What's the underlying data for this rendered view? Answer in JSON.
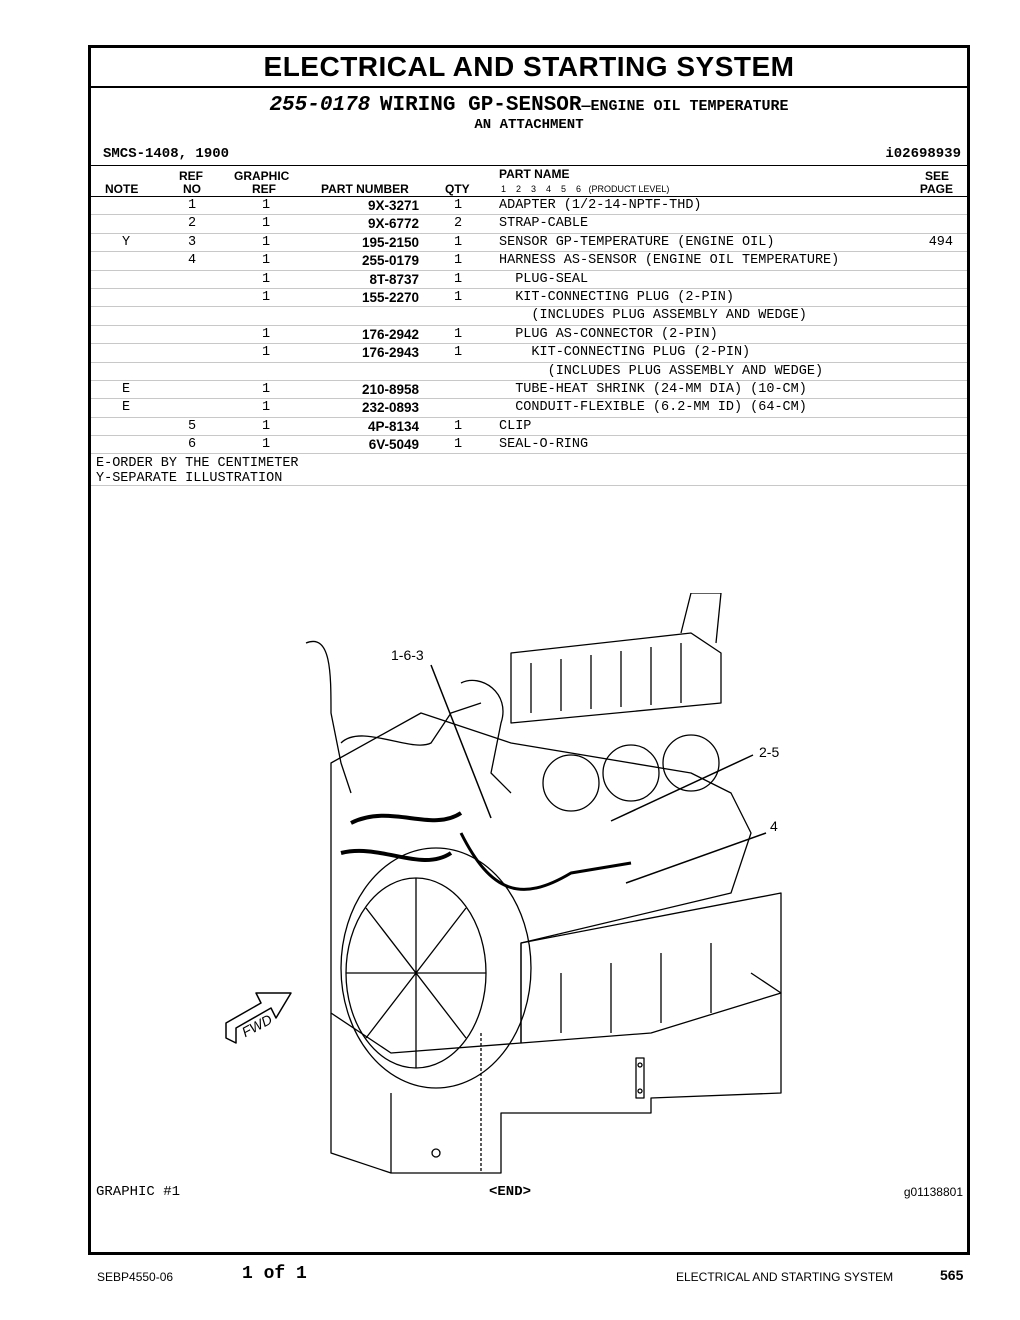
{
  "title": "ELECTRICAL AND STARTING SYSTEM",
  "subtitle": {
    "part_number": "255-0178",
    "name_big": "WIRING GP-SENSOR",
    "name_small": "—ENGINE OIL TEMPERATURE"
  },
  "attachment": "AN ATTACHMENT",
  "smcs": "SMCS-1408, 1900",
  "illustration_id": "i02698939",
  "headers": {
    "note": "NOTE",
    "ref_top": "REF",
    "ref_bottom": "NO",
    "graphic_top": "GRAPHIC",
    "graphic_bottom": "REF",
    "part_number": "PART NUMBER",
    "qty": "QTY",
    "part_name": "PART NAME",
    "product_levels": "1    2    3    4    5    6   (PRODUCT LEVEL)",
    "see_top": "SEE",
    "see_bottom": "PAGE"
  },
  "rows": [
    {
      "note": "",
      "ref": "1",
      "gref": "1",
      "pn": "9X-3271",
      "qty": "1",
      "name": "ADAPTER (1/2-14-NPTF-THD)",
      "see": ""
    },
    {
      "note": "",
      "ref": "2",
      "gref": "1",
      "pn": "9X-6772",
      "qty": "2",
      "name": "STRAP-CABLE",
      "see": ""
    },
    {
      "note": "Y",
      "ref": "3",
      "gref": "1",
      "pn": "195-2150",
      "qty": "1",
      "name": "SENSOR GP-TEMPERATURE (ENGINE OIL)",
      "see": "494"
    },
    {
      "note": "",
      "ref": "4",
      "gref": "1",
      "pn": "255-0179",
      "qty": "1",
      "name": "HARNESS AS-SENSOR (ENGINE OIL TEMPERATURE)",
      "see": ""
    },
    {
      "note": "",
      "ref": "",
      "gref": "1",
      "pn": "8T-8737",
      "qty": "1",
      "name": "  PLUG-SEAL",
      "see": ""
    },
    {
      "note": "",
      "ref": "",
      "gref": "1",
      "pn": "155-2270",
      "qty": "1",
      "name": "  KIT-CONNECTING PLUG (2-PIN)",
      "see": ""
    },
    {
      "note": "",
      "ref": "",
      "gref": "",
      "pn": "",
      "qty": "",
      "name": "    (INCLUDES PLUG ASSEMBLY AND WEDGE)",
      "see": ""
    },
    {
      "note": "",
      "ref": "",
      "gref": "1",
      "pn": "176-2942",
      "qty": "1",
      "name": "  PLUG AS-CONNECTOR (2-PIN)",
      "see": ""
    },
    {
      "note": "",
      "ref": "",
      "gref": "1",
      "pn": "176-2943",
      "qty": "1",
      "name": "    KIT-CONNECTING PLUG (2-PIN)",
      "see": ""
    },
    {
      "note": "",
      "ref": "",
      "gref": "",
      "pn": "",
      "qty": "",
      "name": "      (INCLUDES PLUG ASSEMBLY AND WEDGE)",
      "see": ""
    },
    {
      "note": "E",
      "ref": "",
      "gref": "1",
      "pn": "210-8958",
      "qty": "",
      "name": "  TUBE-HEAT SHRINK (24-MM DIA) (10-CM)",
      "see": ""
    },
    {
      "note": "E",
      "ref": "",
      "gref": "1",
      "pn": "232-0893",
      "qty": "",
      "name": "  CONDUIT-FLEXIBLE (6.2-MM ID) (64-CM)",
      "see": ""
    },
    {
      "note": "",
      "ref": "5",
      "gref": "1",
      "pn": "4P-8134",
      "qty": "1",
      "name": "CLIP",
      "see": ""
    },
    {
      "note": "",
      "ref": "6",
      "gref": "1",
      "pn": "6V-5049",
      "qty": "1",
      "name": "SEAL-O-RING",
      "see": ""
    }
  ],
  "notes": [
    "E-ORDER BY THE CENTIMETER",
    "Y-SEPARATE ILLUSTRATION"
  ],
  "callouts": {
    "c1": "1-6-3",
    "c2": "2-5",
    "c3": "4",
    "fwd": "FWD"
  },
  "graphic_label": "GRAPHIC #1",
  "end_label": "<END>",
  "graphic_id": "g01138801",
  "footer": {
    "doc": "SEBP4550-06",
    "page": "1 of 1",
    "section": "ELECTRICAL AND STARTING SYSTEM",
    "page_number": "565"
  }
}
